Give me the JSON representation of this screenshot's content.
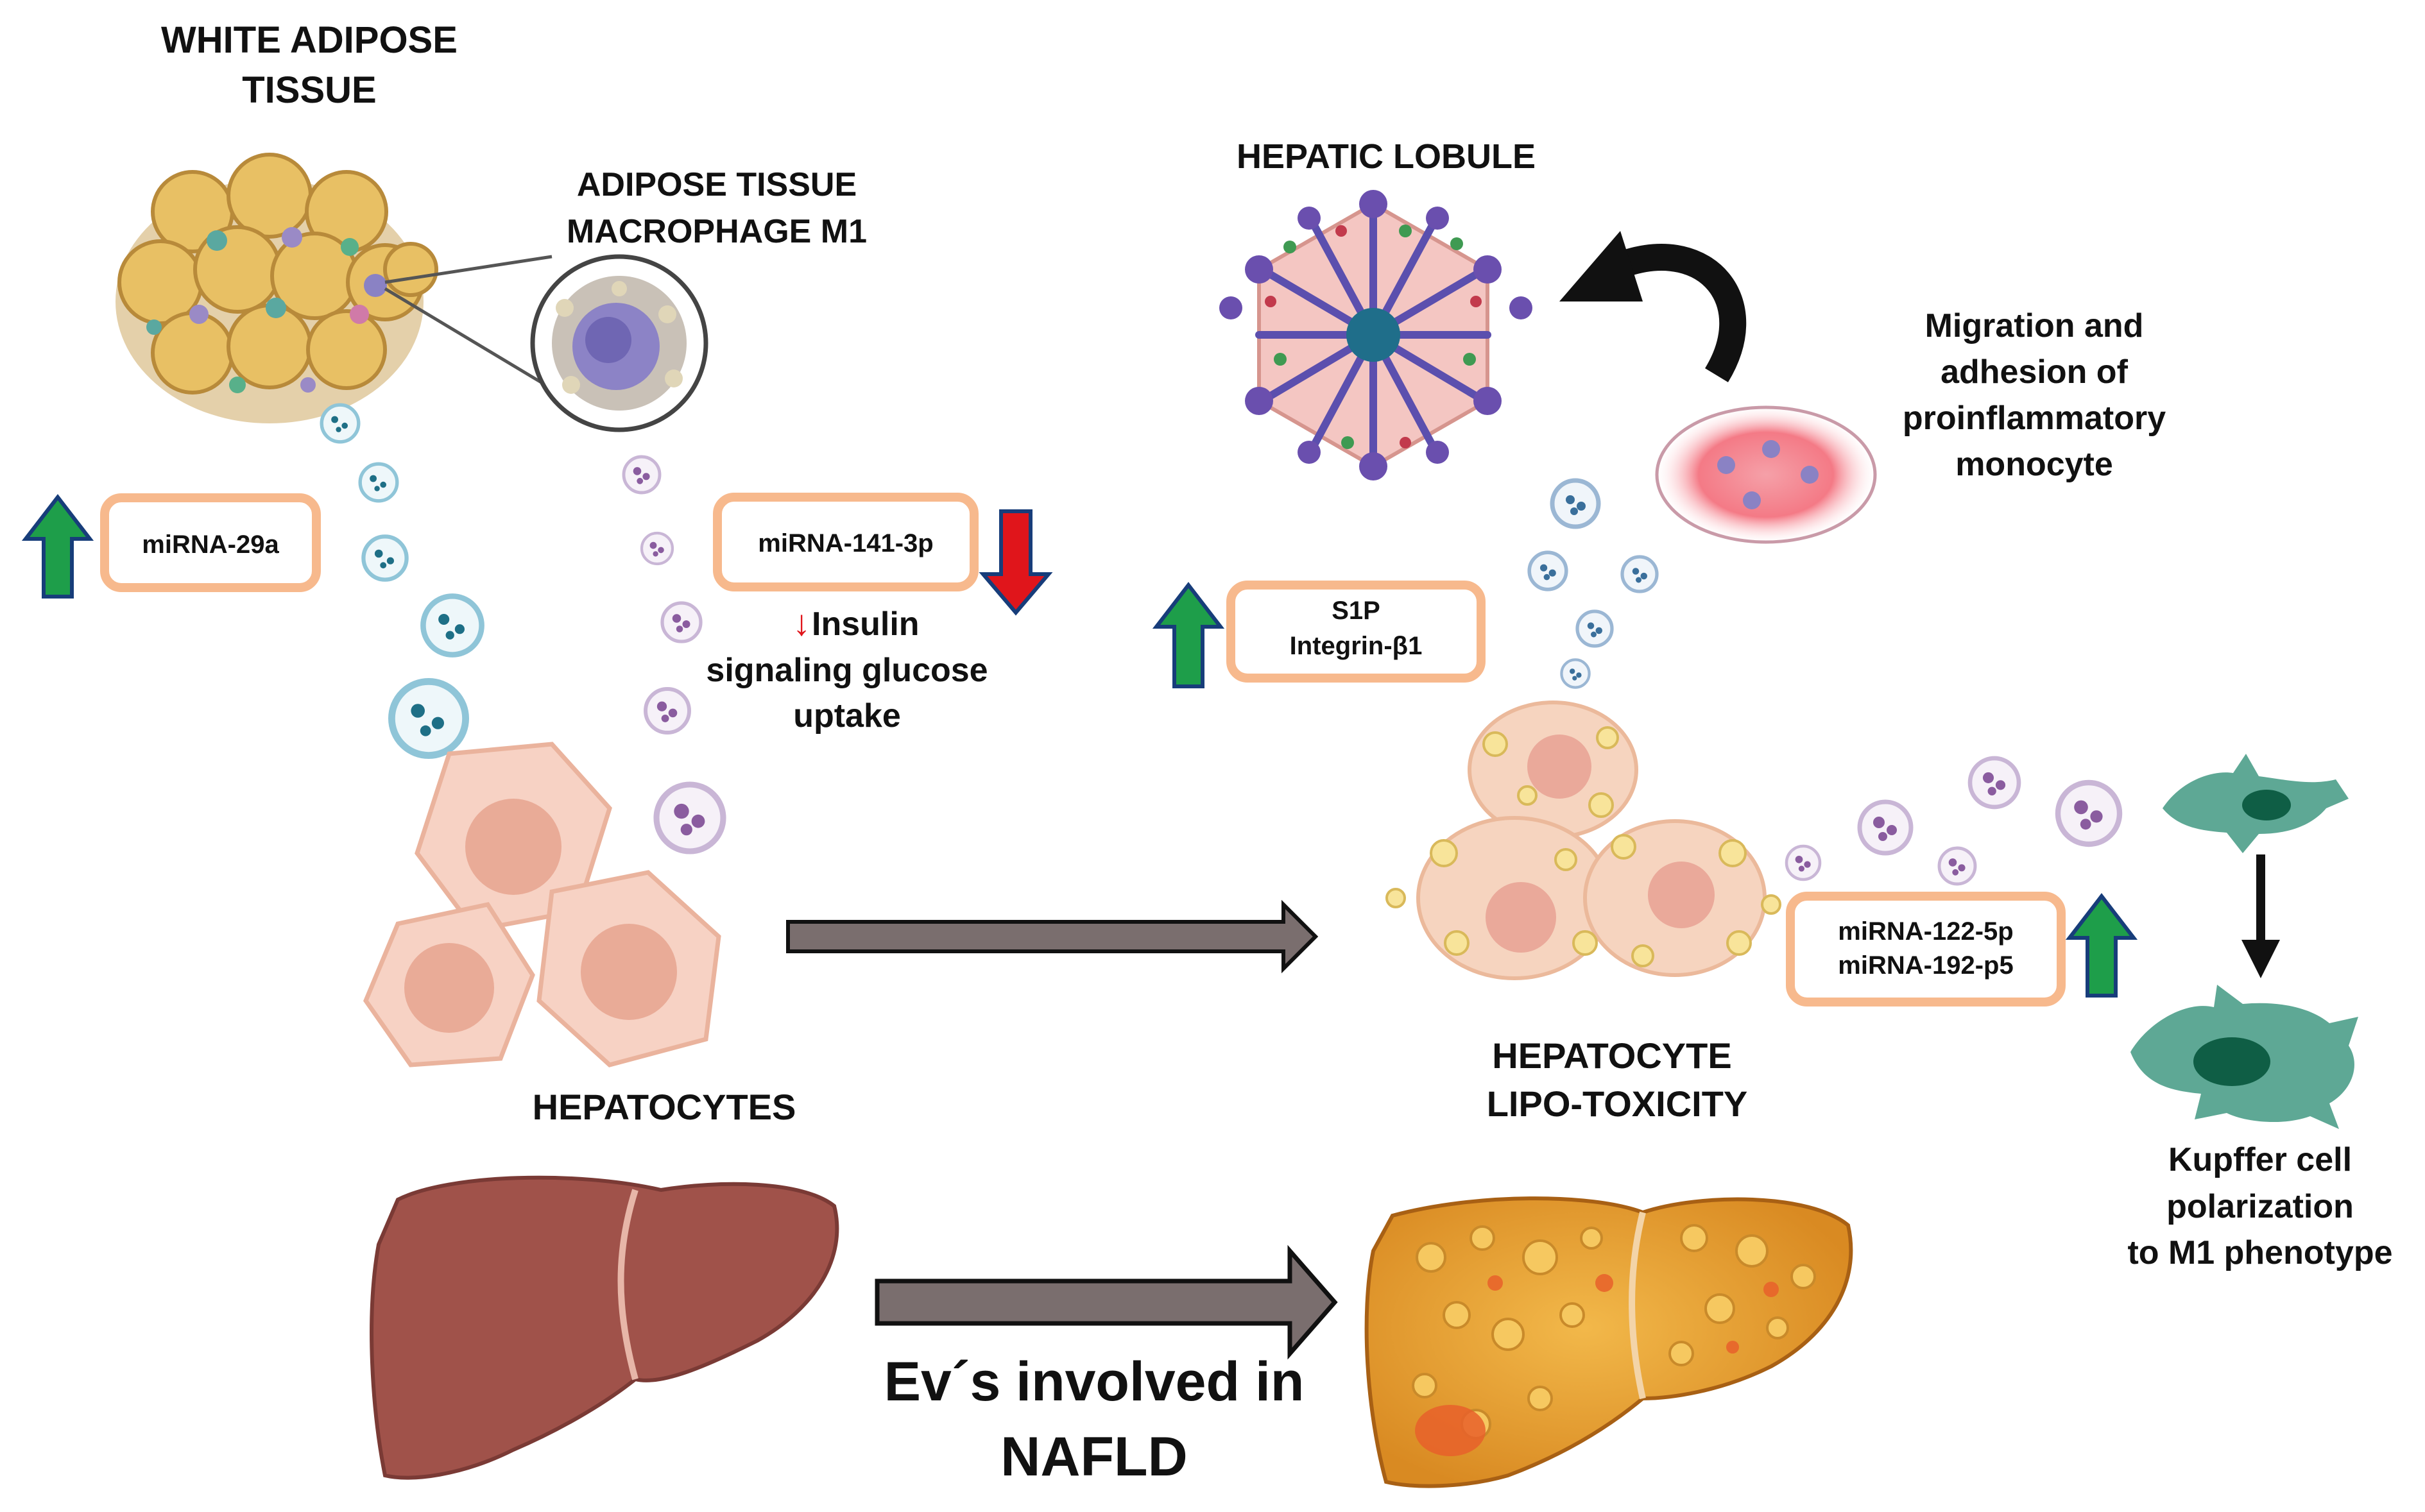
{
  "labels": {
    "white_adipose_line1": "WHITE ADIPOSE",
    "white_adipose_line2": "TISSUE",
    "macrophage_line1": "ADIPOSE TISSUE",
    "macrophage_line2": "MACROPHAGE M1",
    "hepatic_lobule": "HEPATIC LOBULE",
    "migration_line1": "Migration and",
    "migration_line2": "adhesion of",
    "migration_line3": "proinflammatory",
    "migration_line4": "monocyte",
    "insulin_arrow": "↓",
    "insulin_line1": "Insulin",
    "insulin_line2": "signaling glucose",
    "insulin_line3": "uptake",
    "hepatocytes": "HEPATOCYTES",
    "lipo_line1": "HEPATOCYTE",
    "lipo_line2": "LIPO-TOXICITY",
    "kupffer_line1": "Kupffer cell",
    "kupffer_line2": "polarization",
    "kupffer_line3": "to M1 phenotype",
    "title_line1": "Ev´s involved in",
    "title_line2": "NAFLD"
  },
  "boxes": {
    "mirna_29a": "miRNA-29a",
    "mirna_141": "miRNA-141-3p",
    "s1p": "S1P",
    "integrin": "Integrin-β1",
    "mirna_122": "miRNA-122-5p",
    "mirna_192": "miRNA-192-p5"
  },
  "regulation": {
    "mirna_29a": "up",
    "mirna_141": "down",
    "s1p_integrin": "up",
    "mirna_122_192": "up"
  },
  "colors": {
    "up_arrow": "#1e9e4a",
    "down_arrow": "#e0151b",
    "box_border": "#f7b98d",
    "process_arrow": "#7a6e6e",
    "adipocyte": "#e8c064",
    "hepatocyte": "#f7d2c4",
    "liver_healthy": "#a0524a",
    "liver_fatty": "#e49a2e",
    "kupffer": "#5ea895",
    "monocyte_glow": "#f26a78"
  }
}
